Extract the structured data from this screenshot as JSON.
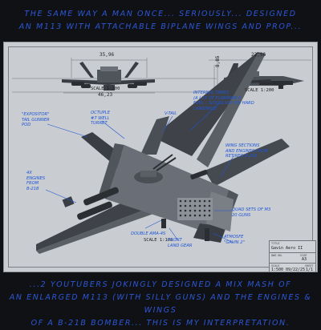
{
  "caption_top": {
    "line1": "The same way a man once... seriously... designed",
    "line2": "an M113 with attachable biplane wings and prop..."
  },
  "caption_bottom": {
    "line1": "...2 Youtubers jokingly designed a mix mash of",
    "line2": "an enlarged M113 (with silly guns) and the engines & wings",
    "line3": "of a B-21B bomber... this is my interpretation."
  },
  "drawing": {
    "front_view": {
      "dim_width": "35,96",
      "scale": "SCALE 1:200",
      "dim_span": "46,23"
    },
    "side_view": {
      "dim_width": "22,96",
      "dim_height": "8,85",
      "scale": "SCALE 1:200"
    },
    "main_scale": "SCALE 1:100"
  },
  "annotations": {
    "turret": "Octuple\n#7 Well\nturret",
    "tail_gunner": "\"Expositor\"\ntail gunner\npod",
    "engines": "4x\nengines\nfrom\nB-21B",
    "vtail": "V-tail",
    "internal_tanks": "Internal tanks\n(a lot of flammable\nfuel... goodluck on hard\nlandings)",
    "wing_sections": "Wing sections\nand engines from\nretired B-21B",
    "guns": "Quad sets of M3\n20 guns",
    "double_ama": "Double AMA-4s",
    "front_gear": "Front\nland gear",
    "atmosfe": "Atmosfe\n\"Gavin 2\""
  },
  "title_block": {
    "title_label": "TITLE",
    "title_value": "Gavin Aero II",
    "dwg_label": "DWG NO.",
    "size_label": "SIZE",
    "size_value": "A3",
    "scale_label": "SCALE",
    "scale_value": "1:500",
    "date_value": "09/22/25",
    "sheet_label": "SHEET",
    "sheet_value": "1/1"
  }
}
